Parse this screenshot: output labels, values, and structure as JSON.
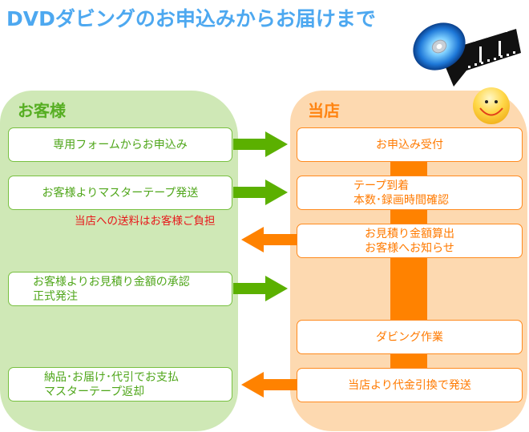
{
  "title": "DVDダビングのお申込みからお届けまで",
  "colors": {
    "title": "#4da8f0",
    "customer_lane": "#cfe8b6",
    "customer_accent": "#56ae22",
    "customer_arrow": "#5bb000",
    "shop_lane": "#fdd9b0",
    "shop_accent": "#ff8411",
    "shop_arrow": "#ff8200",
    "note": "#e8161a"
  },
  "icons": {
    "header_graphic": "dvd-disc-and-film-icon",
    "shop_mascot": "smiley-face-icon"
  },
  "customer": {
    "title": "お客様",
    "steps": [
      {
        "text": "専用フォームからお申込み"
      },
      {
        "text": "お客様よりマスターテープ発送"
      },
      {
        "text": "お客様よりお見積り金額の承認\n正式発注"
      },
      {
        "text": "納品･お届け･代引でお支払\nマスターテープ返却"
      }
    ],
    "note": "当店への送料はお客様ご負担"
  },
  "shop": {
    "title": "当店",
    "steps": [
      {
        "text": "お申込み受付"
      },
      {
        "text": "テープ到着\n本数･録画時間確認"
      },
      {
        "text": "お見積り金額算出\nお客様へお知らせ"
      },
      {
        "text": "ダビング作業"
      },
      {
        "text": "当店より代金引換で発送"
      }
    ]
  },
  "flows": [
    {
      "from": "customer.steps.0",
      "to": "shop.steps.0",
      "direction": "right"
    },
    {
      "from": "customer.steps.1",
      "to": "shop.steps.1",
      "direction": "right"
    },
    {
      "from": "shop.steps.2",
      "to": "customer",
      "direction": "left"
    },
    {
      "from": "customer.steps.2",
      "to": "shop",
      "direction": "right"
    },
    {
      "from": "shop.steps.4",
      "to": "customer.steps.3",
      "direction": "left"
    }
  ]
}
